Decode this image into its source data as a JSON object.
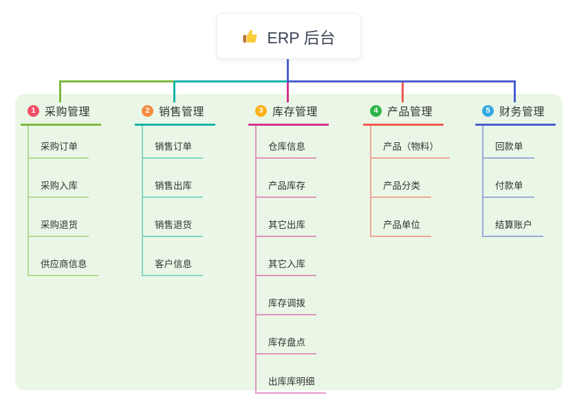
{
  "root": {
    "label": "ERP 后台",
    "icon": "thumbs-up-icon"
  },
  "colors": {
    "canvas_bg": "#ffffff",
    "panel_bg": "#EAF7E6",
    "root_line": "#4A5CD0",
    "node_text": "#333333",
    "root_text": "#3D4657",
    "root_card_bg": "#ffffff"
  },
  "branches": [
    {
      "number": "1",
      "label": "采购管理",
      "badge_color": "#F04F68",
      "line_color": "#7CB83E",
      "children": [
        "采购订单",
        "采购入库",
        "采购退货",
        "供应商信息"
      ]
    },
    {
      "number": "2",
      "label": "销售管理",
      "badge_color": "#F68C3F",
      "line_color": "#11B3A8",
      "children": [
        "销售订单",
        "销售出库",
        "销售退货",
        "客户信息"
      ]
    },
    {
      "number": "3",
      "label": "库存管理",
      "badge_color": "#FCAF17",
      "line_color": "#D23090",
      "children": [
        "仓库信息",
        "产品库存",
        "其它出库",
        "其它入库",
        "库存调拨",
        "库存盘点",
        "出库库明细"
      ]
    },
    {
      "number": "4",
      "label": "产品管理",
      "badge_color": "#2DB54A",
      "line_color": "#F3564C",
      "children": [
        "产品（物料）",
        "产品分类",
        "产品单位"
      ]
    },
    {
      "number": "5",
      "label": "财务管理",
      "badge_color": "#34A9DF",
      "line_color": "#4A5CD0",
      "children": [
        "回款单",
        "付款单",
        "结算账户"
      ]
    }
  ]
}
